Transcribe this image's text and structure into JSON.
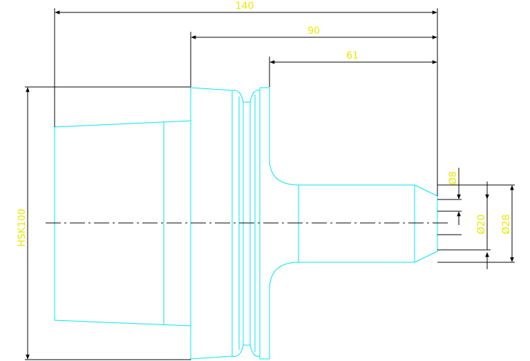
{
  "colors": {
    "background": "#ffffff",
    "outline": "#00e5ee",
    "dimension_line": "#000000",
    "dimension_text": "#e8e800",
    "centerline": "#000000"
  },
  "dimensions": {
    "overall_length": "140",
    "flange_length": "90",
    "neck_length": "61",
    "taper_label": "HSK100",
    "tip_bore": "Ø8",
    "body_bore": "Ø20",
    "shank_diameter": "Ø28"
  }
}
